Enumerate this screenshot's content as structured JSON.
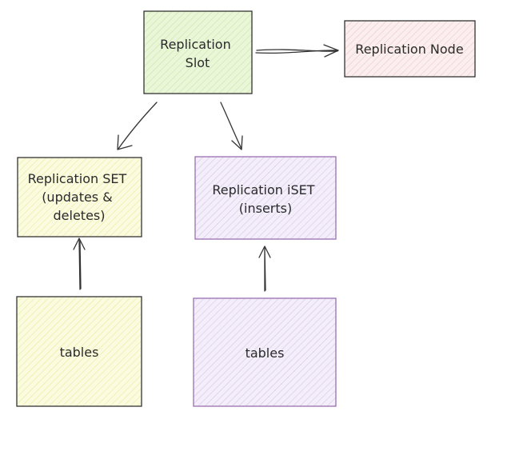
{
  "nodes": {
    "slot": {
      "lines": [
        "Replication",
        "Slot"
      ],
      "fill": "#eaf6d8",
      "stroke": "#333333"
    },
    "node": {
      "lines": [
        "Replication Node"
      ],
      "fill": "#fbeeee",
      "stroke": "#333333"
    },
    "set": {
      "lines": [
        "Replication SET",
        "(updates &",
        "deletes)"
      ],
      "fill": "#fbfbe0",
      "stroke": "#333333"
    },
    "iset": {
      "lines": [
        "Replication iSET",
        "(inserts)"
      ],
      "fill": "#f3eefa",
      "stroke": "#9c6fb0"
    },
    "tables_left": {
      "lines": [
        "tables"
      ],
      "fill": "#fbfbe0",
      "stroke": "#333333"
    },
    "tables_right": {
      "lines": [
        "tables"
      ],
      "fill": "#f3eefa",
      "stroke": "#9c6fb0"
    }
  },
  "colors": {
    "arrow": "#333333",
    "hatch_yellow": "#e9eb9a",
    "hatch_purple": "#d6c6e6",
    "hatch_green": "#c8e6a6",
    "hatch_pink": "#f0c8c8"
  },
  "edges": [
    {
      "from": "slot",
      "to": "node"
    },
    {
      "from": "slot",
      "to": "set"
    },
    {
      "from": "slot",
      "to": "iset"
    },
    {
      "from": "tables_left",
      "to": "set"
    },
    {
      "from": "tables_right",
      "to": "iset"
    }
  ]
}
